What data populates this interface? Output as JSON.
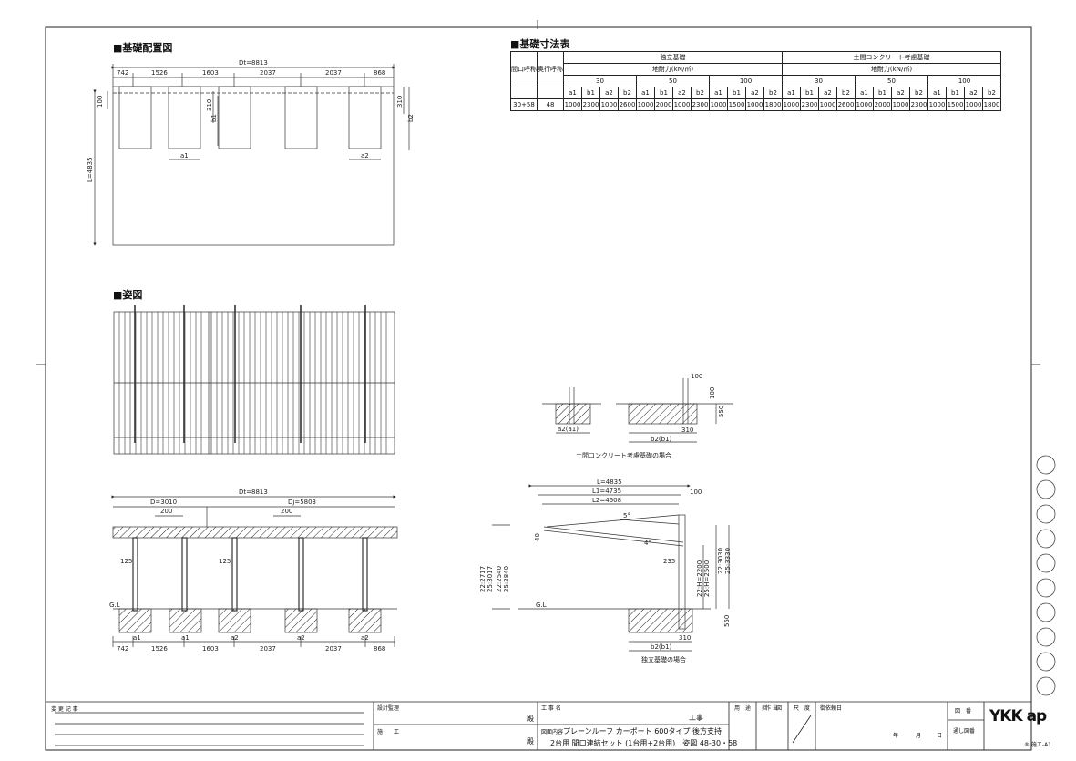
{
  "sections": {
    "layout_title": "■基礎配置図",
    "table_title": "■基礎寸法表",
    "view_title": "■姿図"
  },
  "layout": {
    "dt": "Dt=8813",
    "spans": [
      "742",
      "1526",
      "1603",
      "2037",
      "2037",
      "868"
    ],
    "dim_100": "100",
    "dim_310": "310",
    "b1": "b1",
    "b2": "b2",
    "length": "L=4835",
    "a1": "a1",
    "a2": "a2"
  },
  "table": {
    "col_span": "間口呼称",
    "col_depth": "奥行呼称",
    "group_independent": "独立基礎",
    "group_soil": "土間コンクリート考慮基礎",
    "bearing_label": "地耐力(kN/㎡)",
    "bearing_values": [
      "30",
      "50",
      "100"
    ],
    "sub_headers": [
      "a1",
      "b1",
      "a2",
      "b2"
    ],
    "row_span": "30+58",
    "row_depth": "48",
    "independent_values": [
      "1000",
      "2300",
      "1000",
      "2600",
      "1000",
      "2000",
      "1000",
      "2300",
      "1000",
      "1500",
      "1000",
      "1800"
    ],
    "soil_values": [
      "1000",
      "2300",
      "1000",
      "2600",
      "1000",
      "2000",
      "1000",
      "2300",
      "1000",
      "1500",
      "1000",
      "1800"
    ]
  },
  "front": {
    "dt": "Dt=8813",
    "d": "D=3010",
    "dj": "Dj=5803",
    "dim_200": "200",
    "dim_125": "125",
    "gl": "G.L",
    "foundation_labels": [
      "a1",
      "a1",
      "a2",
      "a2",
      "a2"
    ],
    "spans": [
      "742",
      "1526",
      "1603",
      "2037",
      "2037",
      "868"
    ]
  },
  "detail": {
    "dim_100": "100",
    "dim_100b": "100",
    "dim_550": "550",
    "dim_310": "310",
    "a2a1": "a2(a1)",
    "b2b1": "b2(b1)",
    "caption": "土間コンクリート考慮基礎の場合"
  },
  "side": {
    "l": "L=4835",
    "l1": "L1=4735",
    "l2": "L2=4608",
    "dim_100": "100",
    "dim_40": "40",
    "angle_5": "5°",
    "angle_4": "4°",
    "dim_235": "235",
    "heights_left": [
      "22:2717",
      "25:3017",
      "22:2540",
      "25:2840"
    ],
    "heights_right": [
      "22:H=2200",
      "25:H=2500"
    ],
    "heights_far": [
      "22:3030",
      "25:3330"
    ],
    "gl": "G.L",
    "dim_550": "550",
    "dim_310": "310",
    "b2b1": "b2(b1)",
    "caption": "独立基礎の場合"
  },
  "title_block": {
    "revision": "変 更 記 事",
    "supervisor": "設計監理",
    "contractor": "施　　工",
    "honorific_1": "殿",
    "honorific_2": "殿",
    "project_label": "工 事 名",
    "project_suffix": "工事",
    "content_label": "図面内容",
    "content_line1": "プレーンルーフ カーポート 600タイプ 後方支持",
    "content_line2": "2台用 間口連結セット (1台用+2台用)　姿図 48-30・58",
    "stamp_labels": [
      "用　途",
      "担　当",
      "作　図",
      "尺　度"
    ],
    "order_date": "御依頼日",
    "date_units": [
      "年",
      "月",
      "日"
    ],
    "drawing_no": "図　番",
    "serial": "通し図番",
    "brand": "YKK ap",
    "code": "® 施エ-A1"
  }
}
